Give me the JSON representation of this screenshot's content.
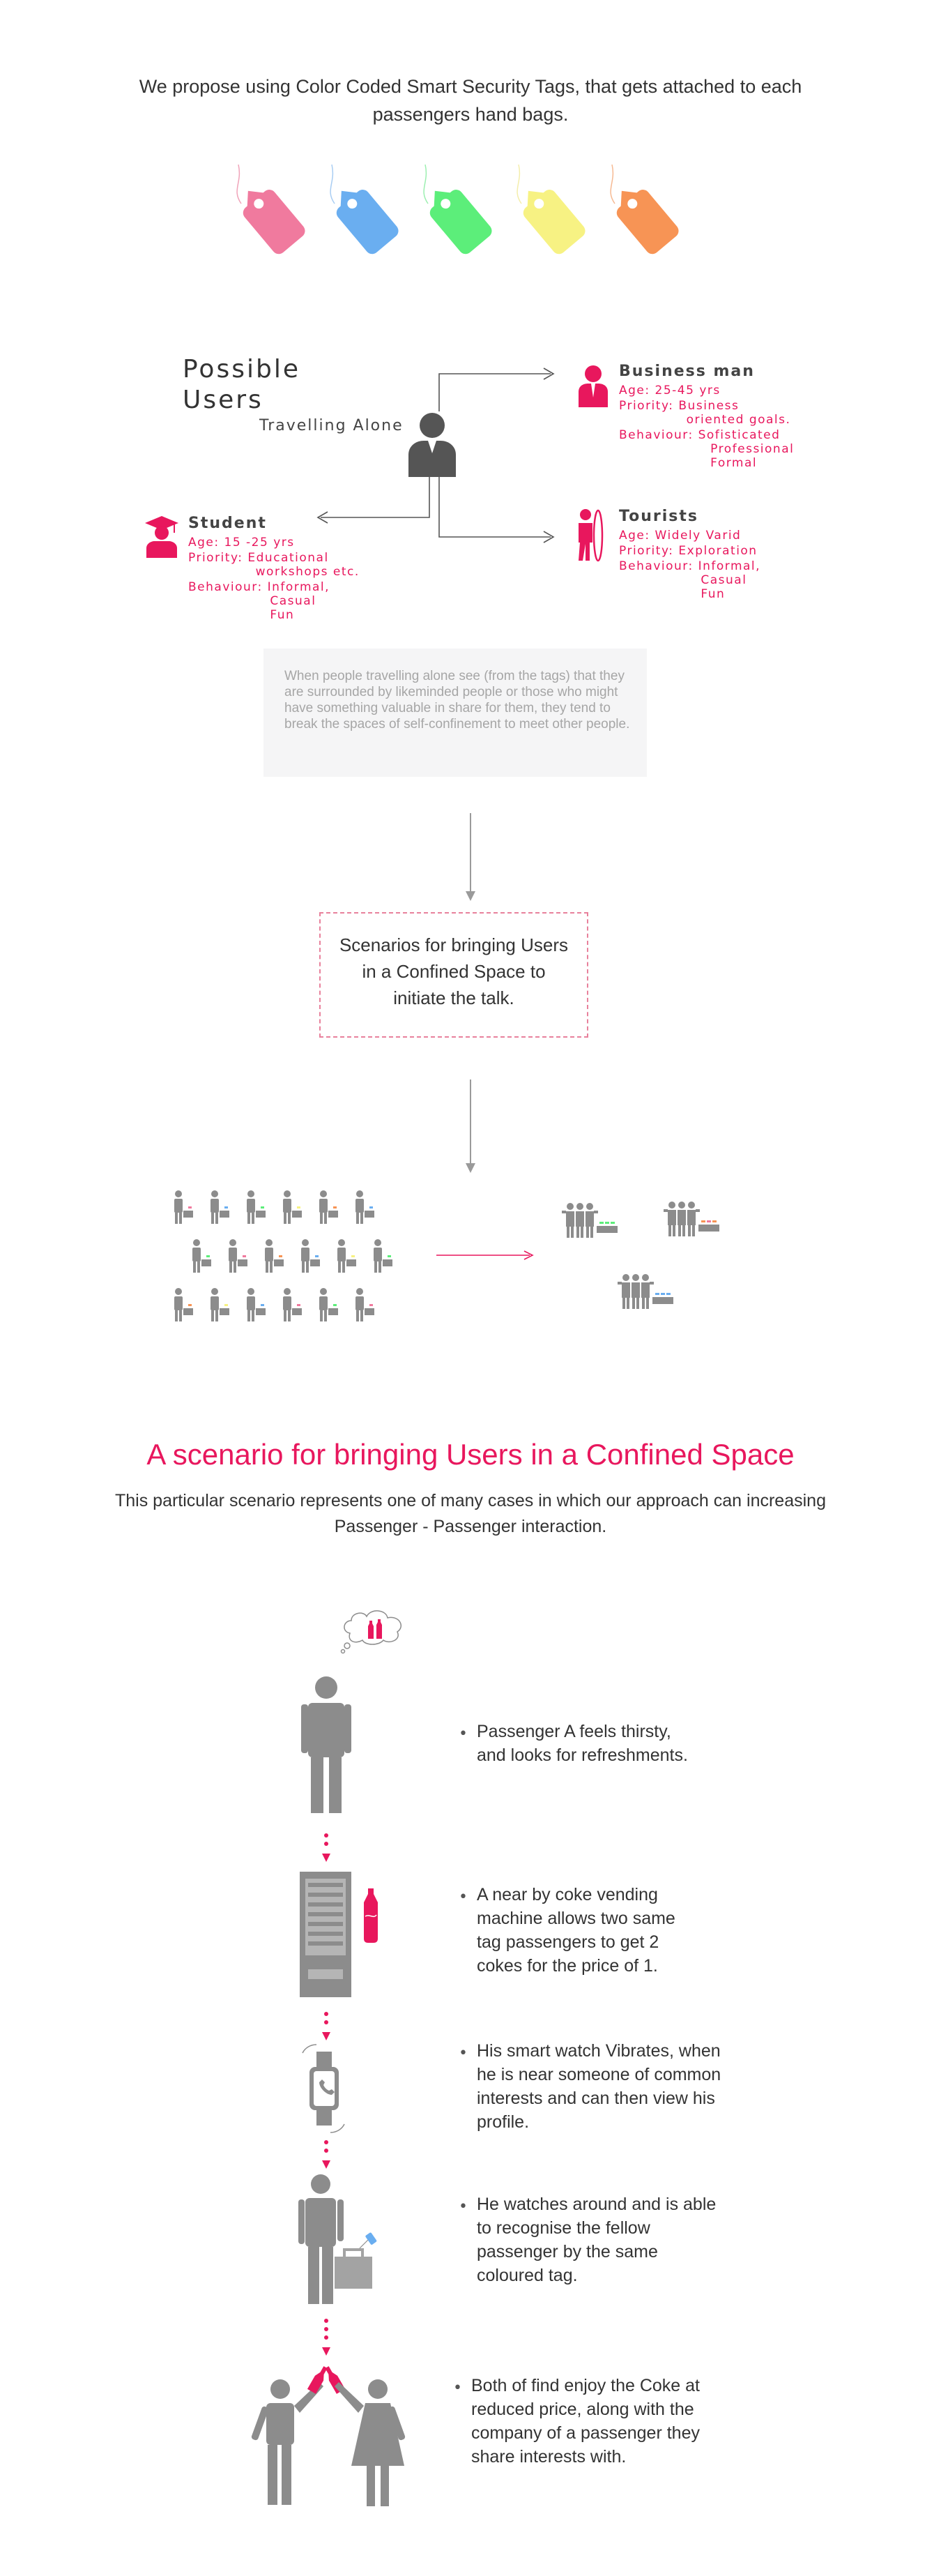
{
  "intro": {
    "line1": "We propose using Color Coded Smart Security Tags, that gets attached to each",
    "line2": "passengers hand bags."
  },
  "tags": [
    {
      "color": "#f07a9e",
      "icon": "tag-icon"
    },
    {
      "color": "#6aaef0",
      "icon": "tag-icon"
    },
    {
      "color": "#5cee7a",
      "icon": "tag-icon"
    },
    {
      "color": "#f7f283",
      "icon": "tag-icon"
    },
    {
      "color": "#f79455",
      "icon": "tag-icon"
    }
  ],
  "users": {
    "title_line1": "Possible",
    "title_line2": "Users",
    "traveller_label": "Travelling Alone",
    "business": {
      "name": "Business man",
      "age": "Age: 25-45 yrs",
      "priority": "Priority: Business\n              oriented goals.",
      "behaviour": "Behaviour: Sofisticated\n                   Professional\n                   Formal"
    },
    "student": {
      "name": "Student",
      "age": "Age: 15 -25 yrs",
      "priority": "Priority: Educational\n              workshops etc.",
      "behaviour": "Behaviour: Informal,\n                 Casual\n                 Fun"
    },
    "tourist": {
      "name": "Tourists",
      "age": "Age: Widely Varid",
      "priority": "Priority: Exploration",
      "behaviour": "Behaviour: Informal,\n                 Casual\n                 Fun"
    }
  },
  "insight": {
    "text": "When people travelling alone see (from the tags) that they are surrounded by likeminded people or those who might have something valuable in share for them, they tend to break the spaces of self-confinement to meet other people."
  },
  "scenario_box": {
    "line1": "Scenarios for bringing Users",
    "line2": "in a Confined Space to",
    "line3": "initiate the talk."
  },
  "scenario": {
    "title": "A scenario for bringing Users in a Confined Space",
    "sub1": "This particular scenario represents one of many cases in which our approach can increasing",
    "sub2": "Passenger - Passenger interaction."
  },
  "steps": [
    {
      "text": "Passenger A feels thirsty,\nand looks for refreshments."
    },
    {
      "text": "A near by coke vending\nmachine allows two same\ntag passengers to get 2\ncokes for the price of 1."
    },
    {
      "text": "His smart watch Vibrates, when\nhe is near someone of common\ninterests and can then view his\nprofile."
    },
    {
      "text": "He watches around and is able\nto recognise the fellow\npassenger by the same\ncoloured tag."
    },
    {
      "text": "Both of find enjoy the Coke at\nreduced price, along with the\ncompany of a passenger they\nshare interests with."
    }
  ],
  "colors": {
    "accent": "#e8175d",
    "figure": "#8c8c8c",
    "figure_dark": "#555555",
    "arrow": "#9a9a9a"
  }
}
